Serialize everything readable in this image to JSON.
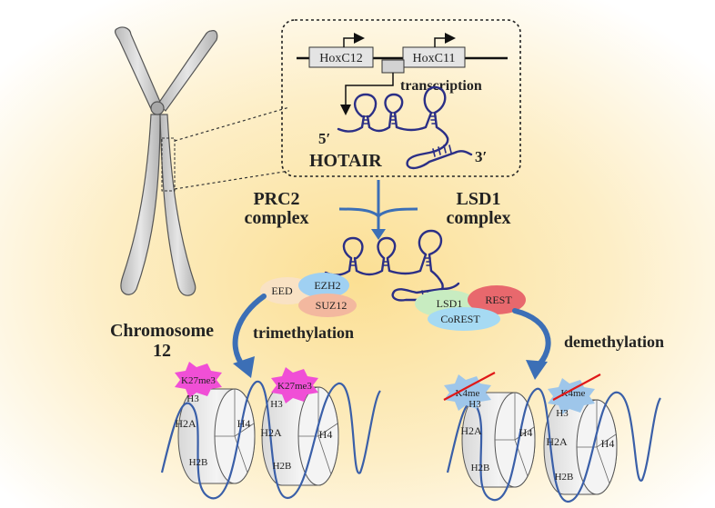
{
  "colors": {
    "rna": "#2b2f86",
    "arrow": "#3c6fb6",
    "background_center": "#fbdf93",
    "k27me3_star": "#f04fd6",
    "k4me_star": "#9ec6ea",
    "cross": "#e01818",
    "eed": "#f9e2c4",
    "ezh2": "#9fd0f2",
    "suz12": "#f3b89f",
    "lsd1": "#c8ecc1",
    "rest": "#e8686d",
    "corest": "#a6daf3"
  },
  "gene": {
    "hoxc12": "HoxC12",
    "hoxc11": "HoxC11",
    "transcription": "transcription",
    "five_prime": "5′",
    "three_prime": "3′",
    "hotair": "HOTAIR"
  },
  "complexes": {
    "prc2_line1": "PRC2",
    "prc2_line2": "complex",
    "lsd1_line1": "LSD1",
    "lsd1_line2": "complex"
  },
  "proteins": {
    "eed": "EED",
    "ezh2": "EZH2",
    "suz12": "SUZ12",
    "lsd1": "LSD1",
    "rest": "REST",
    "corest": "CoREST"
  },
  "chromosome": {
    "label_line1": "Chromosome",
    "label_line2": "12"
  },
  "processes": {
    "trimethylation": "trimethylation",
    "demethylation": "demethylation"
  },
  "marks": {
    "k27me3": "K27me3",
    "k4me": "K4me"
  },
  "histones": {
    "h3": "H3",
    "h2a": "H2A",
    "h2b": "H2B",
    "h4": "H4"
  }
}
